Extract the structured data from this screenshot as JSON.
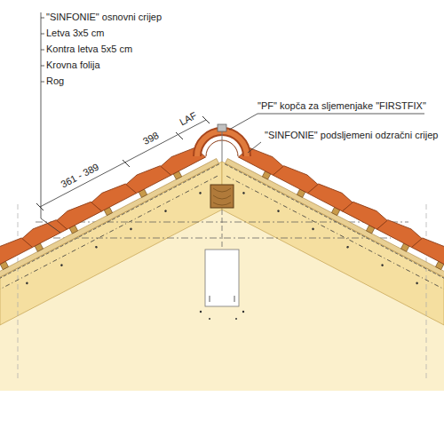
{
  "diagram": {
    "labels": [
      "\"SINFONIE\" osnovni crijep",
      "Letva 3x5 cm",
      "Kontra letva 5x5 cm",
      "Krovna folija",
      "Rog",
      "\"PF\" kopča za sljemenjake \"FIRSTFIX\"",
      "\"SINFONIE\" podsljemeni odzračni crijep",
      "361 - 389",
      "398",
      "LAF"
    ]
  }
}
